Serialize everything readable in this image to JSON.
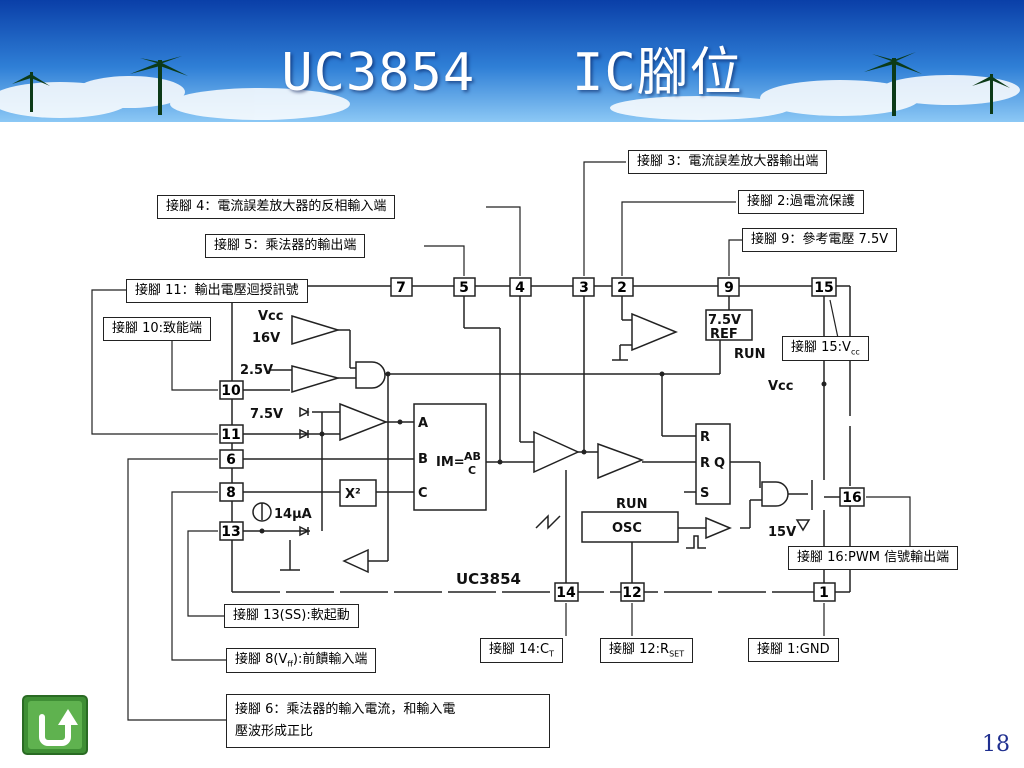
{
  "slide": {
    "title": "UC3854   IC腳位",
    "page_number": "18",
    "back_button_icon": "return-arrow-icon"
  },
  "colors": {
    "banner_top": "#0a3fa8",
    "banner_bottom": "#6fb6f2",
    "title_text": "#ffffff",
    "page_number": "#1f2f8f",
    "back_button": "#4c9a3a"
  },
  "chip": {
    "part_number": "UC3854",
    "pins_top": [
      "7",
      "5",
      "4",
      "3",
      "2",
      "9",
      "15"
    ],
    "pins_left": [
      "10",
      "11",
      "6",
      "8",
      "13"
    ],
    "pins_bottom": [
      "14",
      "12",
      "1"
    ],
    "pins_right": [
      "16"
    ],
    "labels": {
      "vcc": "Vcc",
      "v16": "16V",
      "v2_5": "2.5V",
      "v7_5": "7.5V",
      "current_14ua": "14µA",
      "mult_a": "A",
      "mult_b": "B",
      "mult_c": "C",
      "mult_out": "IM=",
      "mult_ab": "AB",
      "mult_c_den": "C",
      "square": "X²",
      "ref_v": "7.5V",
      "ref": "REF",
      "run": "RUN",
      "run2": "RUN",
      "osc": "OSC",
      "latch_r1": "R",
      "latch_r2": "R",
      "latch_q": "Q",
      "latch_s": "S",
      "vcc_out": "Vcc",
      "v15": "15V"
    }
  },
  "callouts": {
    "pin3": "接腳 3：電流誤差放大器輸出端",
    "pin2": "接腳 2:過電流保護",
    "pin4": "接腳 4：電流誤差放大器的反相輸入端",
    "pin9": "接腳 9：參考電壓 7.5V",
    "pin5": "接腳 5：乘法器的輸出端",
    "pin11": "接腳 11：輸出電壓迴授訊號",
    "pin10": "接腳 10:致能端",
    "pin15": "接腳 15:V",
    "pin15_sub": "cc",
    "pin16": "接腳 16:PWM 信號輸出端",
    "pin13": "接腳 13(SS):軟起動",
    "pin14": "接腳 14:C",
    "pin14_sub": "T",
    "pin12": "接腳 12:R",
    "pin12_sub": "SET",
    "pin1": "接腳 1:GND",
    "pin8": "接腳 8(V",
    "pin8_sub": "ff",
    "pin8_tail": "):前饋輸入端",
    "pin6_line1": "接腳 6：乘法器的輸入電流，和輸入電",
    "pin6_line2": "壓波形成正比"
  }
}
